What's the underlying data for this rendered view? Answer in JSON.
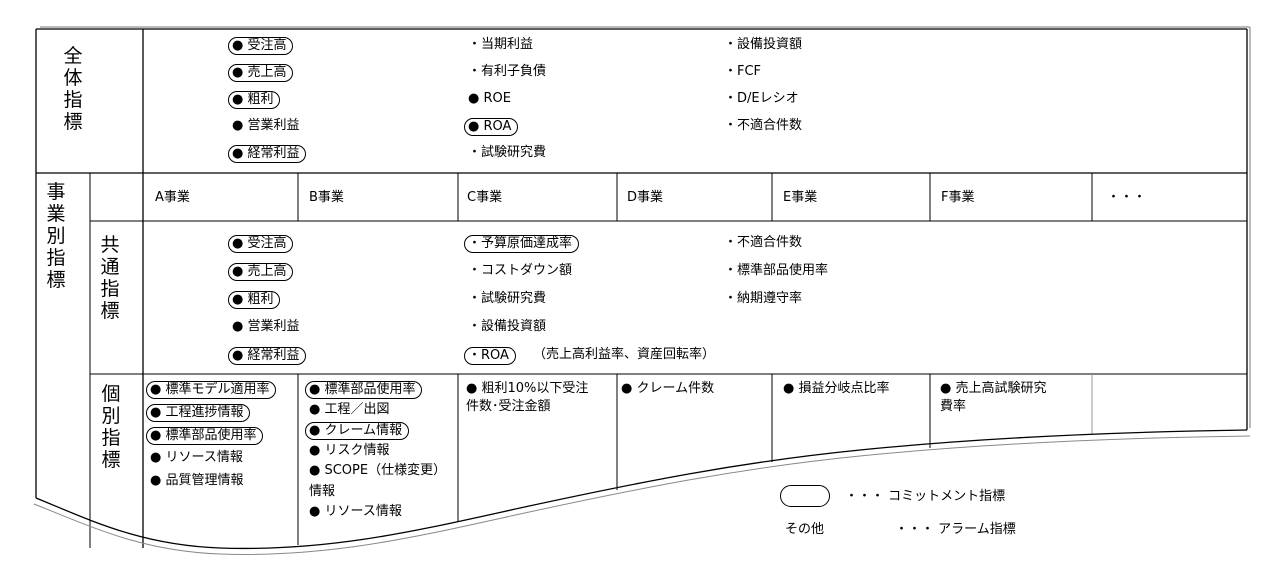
{
  "overall": {
    "header": [
      "全",
      "体",
      "指",
      "標"
    ],
    "col1": [
      {
        "text": "● 受注高",
        "commit": true
      },
      {
        "text": "● 売上高",
        "commit": true
      },
      {
        "text": "● 粗利",
        "commit": true
      },
      {
        "text": "● 営業利益",
        "commit": false
      },
      {
        "text": "● 経常利益",
        "commit": true
      }
    ],
    "col2": [
      {
        "text": "・当期利益",
        "commit": false
      },
      {
        "text": "・有利子負債",
        "commit": false
      },
      {
        "text": "● ROE",
        "commit": false
      },
      {
        "text": "● ROA",
        "commit": true
      },
      {
        "text": "・試験研究費",
        "commit": false
      }
    ],
    "col3": [
      {
        "text": "・設備投資額",
        "commit": false
      },
      {
        "text": "・FCF",
        "commit": false
      },
      {
        "text": "・D/Eレシオ",
        "commit": false
      },
      {
        "text": "・不適合件数",
        "commit": false
      }
    ]
  },
  "business": {
    "header": [
      "事",
      "業",
      "別",
      "指",
      "標"
    ],
    "columns": [
      "A事業",
      "B事業",
      "C事業",
      "D事業",
      "E事業",
      "F事業",
      "・・・"
    ],
    "common": {
      "header": [
        "共",
        "通",
        "指",
        "標"
      ],
      "col1": [
        {
          "text": "● 受注高",
          "commit": true
        },
        {
          "text": "● 売上高",
          "commit": true
        },
        {
          "text": "● 粗利",
          "commit": true
        },
        {
          "text": "● 営業利益",
          "commit": false
        },
        {
          "text": "● 経常利益",
          "commit": true
        }
      ],
      "col2": [
        {
          "text": "・予算原価達成率",
          "commit": true
        },
        {
          "text": "・コストダウン額",
          "commit": false
        },
        {
          "text": "・試験研究費",
          "commit": false
        },
        {
          "text": "・設備投資額",
          "commit": false
        },
        {
          "text": "・ROA",
          "commit": true
        }
      ],
      "roa_note": "（売上高利益率、資産回転率）",
      "col3": [
        {
          "text": "・不適合件数",
          "commit": false
        },
        {
          "text": "・標準部品使用率",
          "commit": false
        },
        {
          "text": "・納期遵守率",
          "commit": false
        }
      ]
    },
    "individual": {
      "header": [
        "個",
        "別",
        "指",
        "標"
      ],
      "A": [
        {
          "text": "● 標準モデル適用率",
          "commit": true
        },
        {
          "text": "● 工程進捗情報",
          "commit": true
        },
        {
          "text": "● 標準部品使用率",
          "commit": true
        },
        {
          "text": "● リソース情報",
          "commit": false
        },
        {
          "text": "● 品質管理情報",
          "commit": false
        }
      ],
      "B": [
        {
          "text": "● 標準部品使用率",
          "commit": true
        },
        {
          "text": "● 工程／出図",
          "commit": false
        },
        {
          "text": "● クレーム情報",
          "commit": true
        },
        {
          "text": "● リスク情報",
          "commit": false
        },
        {
          "text": "● SCOPE（仕様変更）",
          "commit": false
        },
        {
          "text": "情報",
          "commit": false
        },
        {
          "text": "● リソース情報",
          "commit": false
        }
      ],
      "C": [
        "● 粗利10%以下受注",
        "件数･受注金額"
      ],
      "D": [
        "● クレーム件数"
      ],
      "E": [
        "● 損益分岐点比率"
      ],
      "F": [
        "● 売上高試験研究",
        "費率"
      ]
    }
  },
  "legend": {
    "commit_label": "・・・ コミットメント指標",
    "other_label": "その他",
    "alarm_label": "・・・ アラーム指標"
  }
}
